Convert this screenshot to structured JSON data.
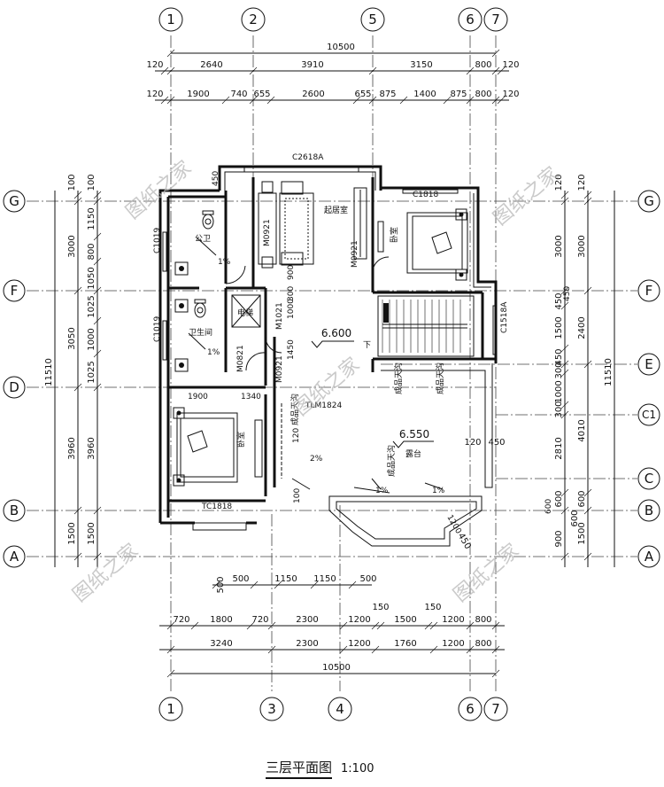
{
  "title": "三层平面图",
  "scale": "1:100",
  "axes_vertical": [
    "1",
    "2",
    "5",
    "6",
    "7",
    "1",
    "3",
    "4",
    "6",
    "7"
  ],
  "axes_horizontal": [
    "G",
    "F",
    "D",
    "B",
    "A",
    "G",
    "F",
    "E",
    "C1",
    "C",
    "B",
    "A"
  ],
  "dims_top": {
    "total": "10500",
    "row1": [
      "120",
      "2640",
      "3910",
      "3150",
      "800",
      "120"
    ],
    "row2": [
      "120",
      "1900",
      "740",
      "655",
      "2600",
      "655",
      "875",
      "1400",
      "875",
      "800",
      "120"
    ]
  },
  "dims_bottom": {
    "row0": [
      "500",
      "500",
      "1150",
      "1150",
      "500"
    ],
    "row1": [
      "720",
      "1800",
      "720",
      "2300",
      "1200",
      "150",
      "1500",
      "150",
      "1200",
      "800"
    ],
    "row2": [
      "3240",
      "2300",
      "1200",
      "1760",
      "1200",
      "800"
    ],
    "total": "10500"
  },
  "dims_left": {
    "outer": [
      "100",
      "3000",
      "3050",
      "3960",
      "1500"
    ],
    "inner": [
      "100",
      "1150",
      "800",
      "1050",
      "1025",
      "1000",
      "1025",
      "3960",
      "1500"
    ],
    "total": "11510"
  },
  "dims_right": {
    "inner": [
      "120",
      "3000",
      "450",
      "1500",
      "450",
      "300",
      "1000",
      "300",
      "2810",
      "600",
      "900"
    ],
    "outer": [
      "120",
      "3000",
      "2400",
      "4010",
      "600",
      "1500"
    ],
    "total": "11510",
    "extra": [
      "600",
      "450",
      "120",
      "450"
    ]
  },
  "rooms": {
    "public_bath": "公卫",
    "bathroom": "卫生间",
    "living": "起居室",
    "bed_ne": "卧室",
    "bed_sw": "卧室",
    "terrace": "露台",
    "elevator": "电梯",
    "slope": "1%",
    "slope2": "1%",
    "slope3": "1%",
    "slope4": "1%",
    "slope_ter": "2%"
  },
  "labels": {
    "c2618a": "C2618A",
    "c1818": "C1818",
    "tc1818": "TC1818",
    "c1019a": "C1019",
    "c1019b": "C1019",
    "c1518a": "C1518A",
    "m0921a": "M0921",
    "m0921b": "M0921",
    "m0921c": "M0921",
    "m1021": "M1021",
    "m0821": "M0821",
    "tlm1824": "TLM1824",
    "lvl1": "6.600",
    "lvl2": "6.550",
    "down": "下",
    "gutter": "成品天沟",
    "d900": "900",
    "d300": "300",
    "d1450": "1450",
    "d1000": "1000",
    "d1900": "1900",
    "d1340": "1340",
    "d120": "120",
    "d450": "450",
    "d450b": "450",
    "d1200": "1200",
    "d100": "100",
    "d600a": "600"
  },
  "watermark": "图纸之家"
}
